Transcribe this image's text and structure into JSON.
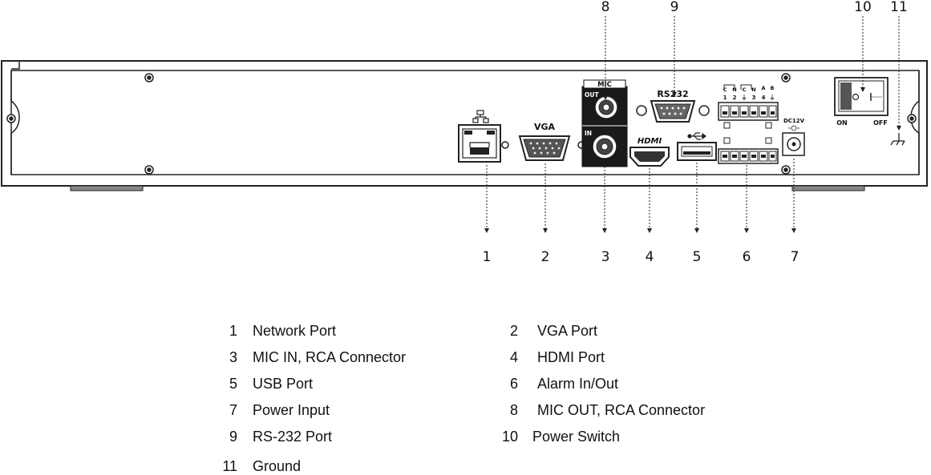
{
  "callouts": {
    "c1": "1",
    "c2": "2",
    "c3": "3",
    "c4": "4",
    "c5": "5",
    "c6": "6",
    "c7": "7",
    "c8": "8",
    "c9": "9",
    "c10": "10",
    "c11": "11"
  },
  "panel_labels": {
    "vga": "VGA",
    "mic": "MIC",
    "mic_out": "OUT",
    "mic_in": "IN",
    "rs232": "RS232",
    "hdmi": "HDMI",
    "dc": "DC12V",
    "on": "ON",
    "off": "OFF",
    "alarm_top": [
      "C",
      "N",
      "C",
      "N",
      "A",
      "B"
    ],
    "alarm_bottom": [
      "1",
      "2",
      "⏚",
      "3",
      "4",
      "⏚"
    ]
  },
  "legend": [
    {
      "num": "1",
      "text": "Network Port"
    },
    {
      "num": "2",
      "text": "VGA Port"
    },
    {
      "num": "3",
      "text": "MIC IN, RCA Connector"
    },
    {
      "num": "4",
      "text": "HDMI Port"
    },
    {
      "num": "5",
      "text": "USB Port"
    },
    {
      "num": "6",
      "text": "Alarm In/Out"
    },
    {
      "num": "7",
      "text": "Power Input"
    },
    {
      "num": "8",
      "text": "MIC OUT, RCA Connector"
    },
    {
      "num": "9",
      "text": "RS-232 Port"
    },
    {
      "num": "10",
      "text": "Power Switch"
    },
    {
      "num": "11",
      "text": "Ground"
    }
  ],
  "icons": [
    "network-icon",
    "usb-icon",
    "ground-icon",
    "dc-polarity-icon"
  ]
}
